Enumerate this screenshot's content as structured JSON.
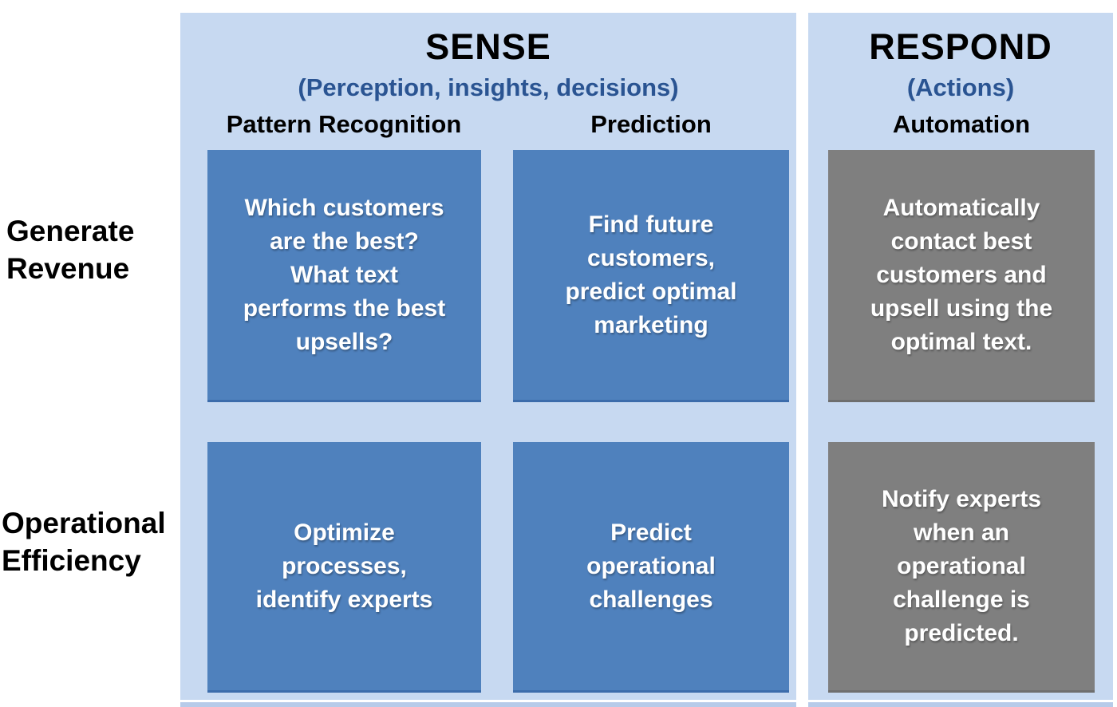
{
  "colors": {
    "panel-bg": "#c7d9f1",
    "box-blue": "#4f81bd",
    "box-blue-edge": "#3c6cab",
    "box-gray": "#7f7f7f",
    "box-gray-edge": "#6e6e6e",
    "subtitle-blue": "#2a5492",
    "heading-black": "#000000",
    "box-text": "#ffffff",
    "bottom-strip": "#b7cbe9"
  },
  "rows": [
    {
      "label": "Generate\nRevenue"
    },
    {
      "label": "Operational\nEfficiency"
    }
  ],
  "sense": {
    "title": "SENSE",
    "subtitle": "(Perception, insights, decisions)",
    "columns": [
      {
        "label": "Pattern Recognition"
      },
      {
        "label": "Prediction"
      }
    ]
  },
  "respond": {
    "title": "RESPOND",
    "subtitle": "(Actions)",
    "columns": [
      {
        "label": "Automation"
      }
    ]
  },
  "cells": {
    "pattern_recognition_generate_revenue": "Which customers\nare the best?\nWhat text\nperforms the best\nupsells?",
    "prediction_generate_revenue": "Find future\ncustomers,\npredict optimal\nmarketing",
    "automation_generate_revenue": "Automatically\ncontact best\ncustomers and\nupsell using the\noptimal text.",
    "pattern_recognition_operational_efficiency": "Optimize\nprocesses,\nidentify experts",
    "prediction_operational_efficiency": "Predict\noperational\nchallenges",
    "automation_operational_efficiency": "Notify experts\nwhen an\noperational\nchallenge is\npredicted."
  }
}
